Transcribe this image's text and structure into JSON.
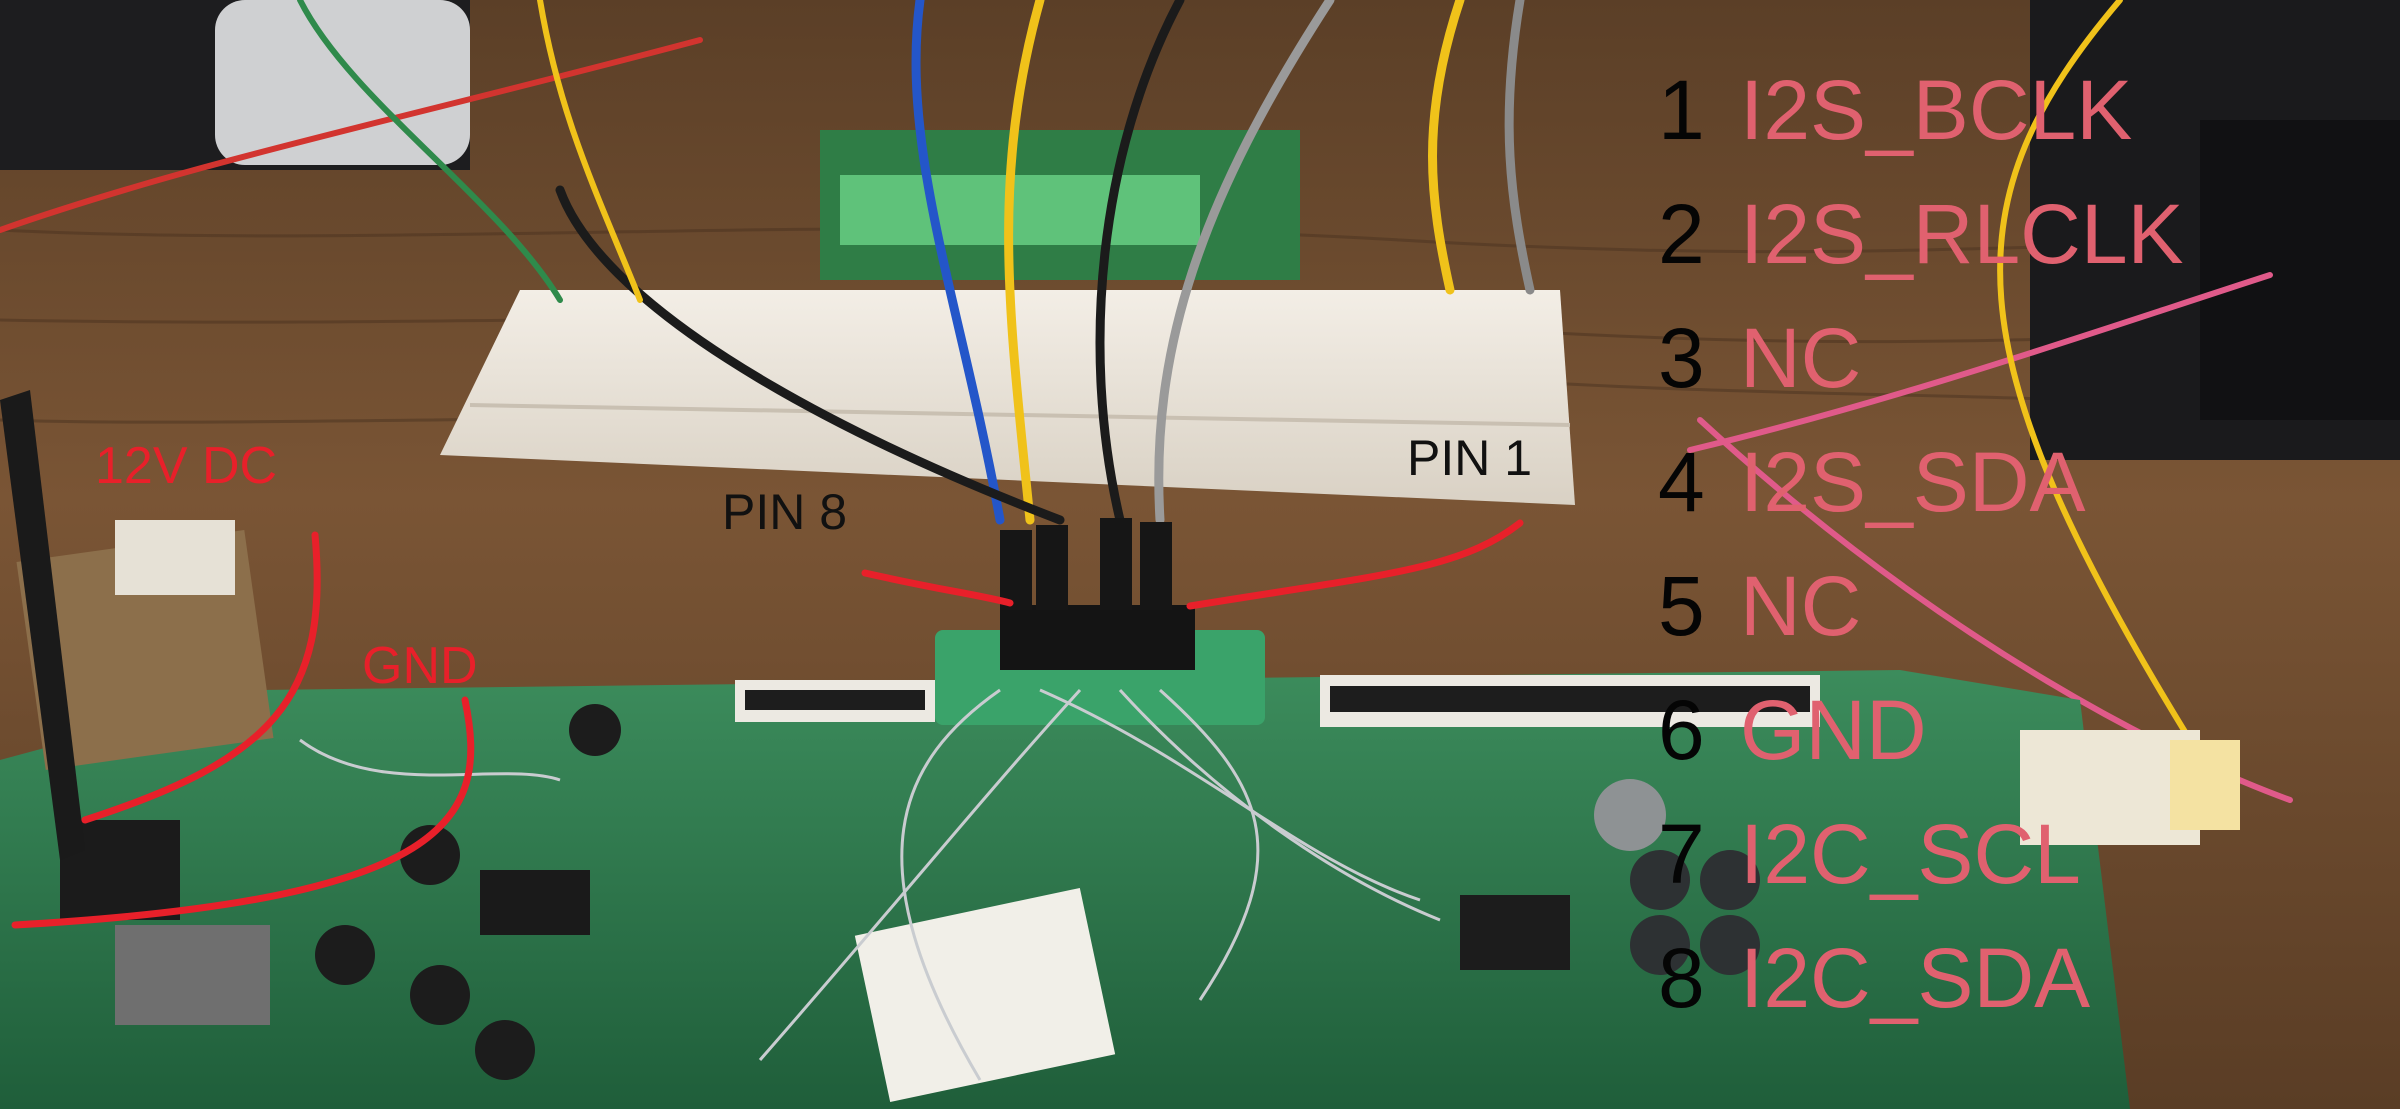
{
  "annotations": {
    "power_label": "12V DC",
    "ground_label": "GND",
    "pin8_label": "PIN 8",
    "pin1_label": "PIN 1"
  },
  "pinout": [
    {
      "num": "1",
      "signal": "I2S_BCLK"
    },
    {
      "num": "2",
      "signal": "I2S_RLCLK"
    },
    {
      "num": "3",
      "signal": "NC"
    },
    {
      "num": "4",
      "signal": "I2S_SDA"
    },
    {
      "num": "5",
      "signal": "NC"
    },
    {
      "num": "6",
      "signal": "GND"
    },
    {
      "num": "7",
      "signal": "I2C_SCL"
    },
    {
      "num": "8",
      "signal": "I2C_SDA"
    }
  ],
  "colors": {
    "annotation_red": "#e8202a",
    "signal_text": "#e0616f",
    "number_text": "#050505",
    "pcb_green": "#2f7d4f",
    "breadboard": "#ece6dc"
  }
}
